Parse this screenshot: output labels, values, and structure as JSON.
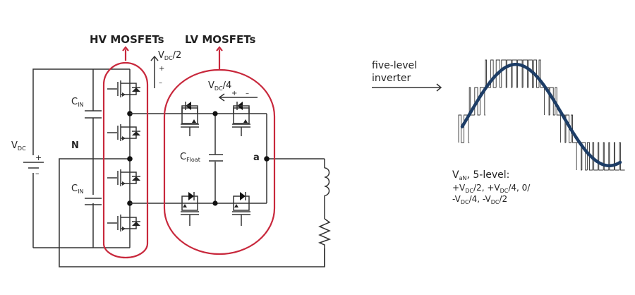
{
  "labels": {
    "hv_mosfets": "HV MOSFETs",
    "lv_mosfets": "LV MOSFETs",
    "vdc_half": {
      "main": "V",
      "sub": "DC",
      "tail": "/2"
    },
    "vdc_quarter": {
      "main": "V",
      "sub": "DC",
      "tail": "/4"
    },
    "cin_top": {
      "main": "C",
      "sub": "IN"
    },
    "cin_bottom": {
      "main": "C",
      "sub": "IN"
    },
    "cfloat": {
      "main": "C",
      "sub": "Float"
    },
    "vdc_source": {
      "main": "V",
      "sub": "DC"
    },
    "neutral": "N",
    "node_a": "a",
    "plus": "+",
    "minus": "–",
    "inverter_line1": "five-level",
    "inverter_line2": "inverter",
    "van_title": {
      "main": "V",
      "sub": "aN",
      "tail": ", 5-level:"
    },
    "levels_line1": [
      "+V",
      "DC",
      "/2, +V",
      "DC",
      "/4, 0/"
    ],
    "levels_line2": [
      "-V",
      "DC",
      "/4, -V",
      "DC",
      "/2"
    ]
  },
  "waveform": {
    "levels": [
      "+VDC/2",
      "+VDC/4",
      "0",
      "-VDC/4",
      "-VDC/2"
    ],
    "level_count": 5
  },
  "colors": {
    "highlight": "#c8283c",
    "sine": "#1d3d66",
    "wire": "#333333"
  }
}
